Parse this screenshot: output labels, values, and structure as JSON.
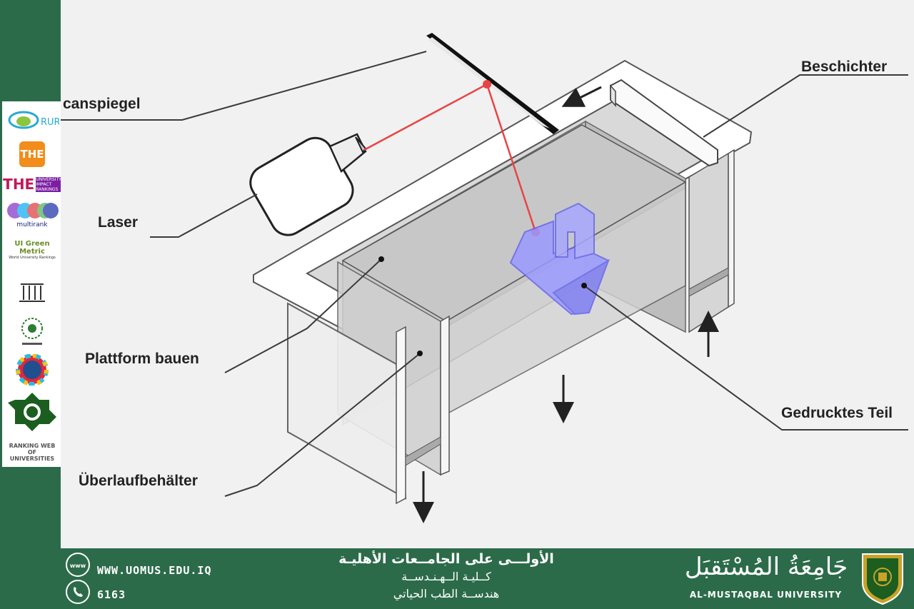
{
  "diagram": {
    "labels": {
      "scanspiegel": "canspiegel",
      "laser": "Laser",
      "plattform": "Plattform bauen",
      "ueberlauf": "Überlaufbehälter",
      "beschichter": "Beschichter",
      "gedruckt": "Gedrucktes Teil"
    },
    "colors": {
      "laser_beam": "#e84444",
      "printed_part": "#9a9aff",
      "line": "#3a3a3a"
    }
  },
  "sidebar": {
    "logos": [
      "RUR",
      "THE",
      "THE",
      "UNIVERSITY IMPACT RANKINGS",
      "multirank",
      "UI Green Metric",
      "World University Rankings",
      "RANKING WEB OF UNIVERSITIES"
    ]
  },
  "footer": {
    "website": "WWW.UOMUS.EDU.IQ",
    "phone": "6163",
    "line1": "الأولـــى على الجامــعات الأهليـة",
    "line2": "كــليـة الــهـنـدســة",
    "line3": "هندســة الطب الحياتي",
    "university_ar": "جَامِعَةُ المُسْتَقبَل",
    "university_en": "AL-MUSTAQBAL UNIVERSITY",
    "icons": [
      "globe-icon",
      "phone-icon",
      "university-seal-icon"
    ]
  }
}
